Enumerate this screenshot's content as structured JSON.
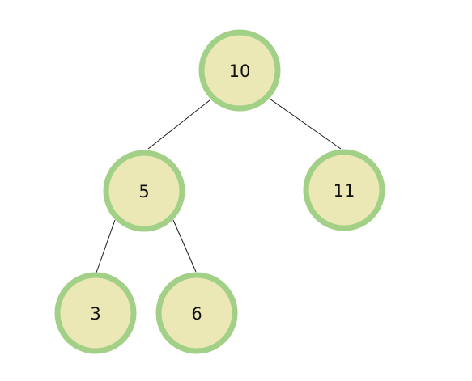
{
  "colors": {
    "node_fill": "#ece8b6",
    "node_border": "#a1d086",
    "edge": "#1a1a1a",
    "label": "#111111"
  },
  "tree": {
    "nodes": [
      {
        "id": "n10",
        "label": "10"
      },
      {
        "id": "n5",
        "label": "5"
      },
      {
        "id": "n11",
        "label": "11"
      },
      {
        "id": "n3",
        "label": "3"
      },
      {
        "id": "n6",
        "label": "6"
      }
    ],
    "edges": [
      {
        "from": "n10",
        "to": "n5"
      },
      {
        "from": "n10",
        "to": "n11"
      },
      {
        "from": "n5",
        "to": "n3"
      },
      {
        "from": "n5",
        "to": "n6"
      }
    ]
  }
}
